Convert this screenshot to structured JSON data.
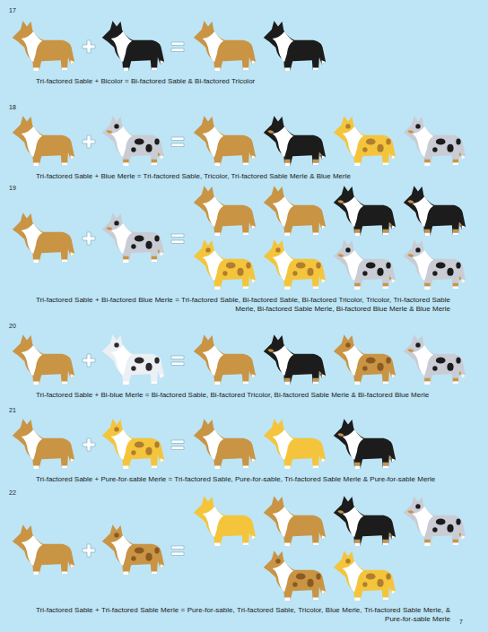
{
  "diagram": {
    "labels": [
      "17",
      "Tri-factored Sable + Bicolor = Bi-factored Sable & Bi-factored Tricolor",
      "18",
      "Tri-factored Sable + Blue Merle = Tri-factored Sable, Tricolor, Tri-factored Sable Merle & Blue Merle",
      "19",
      "Tri-factored Sable + Bi-factored Blue Merle = Tri-factored Sable, Bi-factored Sable, Bi-factored Tricolor, Tricolor, Tri-factored Sable Merle, Bi-factored Sable Merle, Bi-factored Blue Merle & Blue Merle",
      "20",
      "Tri-factored Sable + Bi-blue Merle = Bi-factored Sable, Bi-factored Tricolor, Bi-factored Sable Merle & Bi-factored Blue Merle",
      "21",
      "Tri-factored Sable + Pure-for-sable Merle = Tri-factored Sable, Pure-for-sable, Tri-factored Sable Merle & Pure-for-sable Merle",
      "22",
      "Tri-factored Sable + Tri-factored Sable Merle = Pure-for-sable, Tri-factored Sable, Tricolor, Blue Merle, Tri-factored Sable Merle, & Pure-for-sable Merle",
      "7"
    ]
  }
}
